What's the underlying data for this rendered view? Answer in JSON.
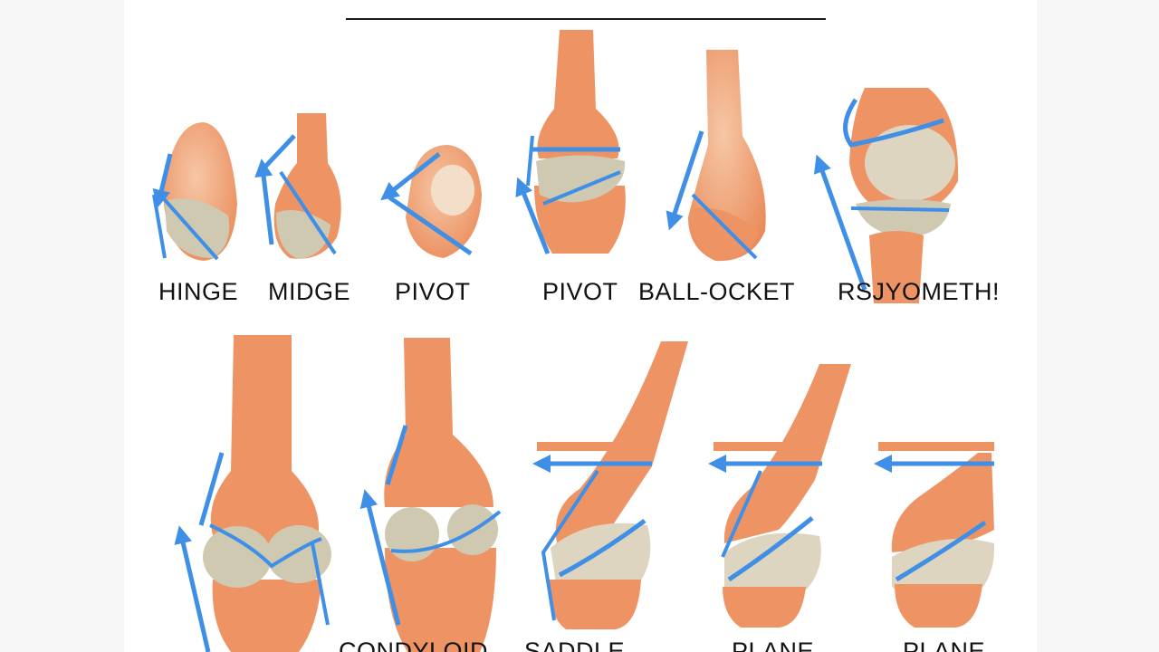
{
  "labels": {
    "row1": [
      "HINGE",
      "MIDGE",
      "PIVOT",
      "PIVOT",
      "BALL-OCKET",
      "RSJYOMETH!"
    ],
    "row2": [
      "CONDYLOID",
      "SADDLE",
      "PLANE",
      "PLANE"
    ]
  },
  "colors": {
    "bone": "#ee9464",
    "bone_dark": "#d9794a",
    "cartilage": "#cfc9b2",
    "arrow": "#3f8fe6",
    "text": "#121212"
  }
}
